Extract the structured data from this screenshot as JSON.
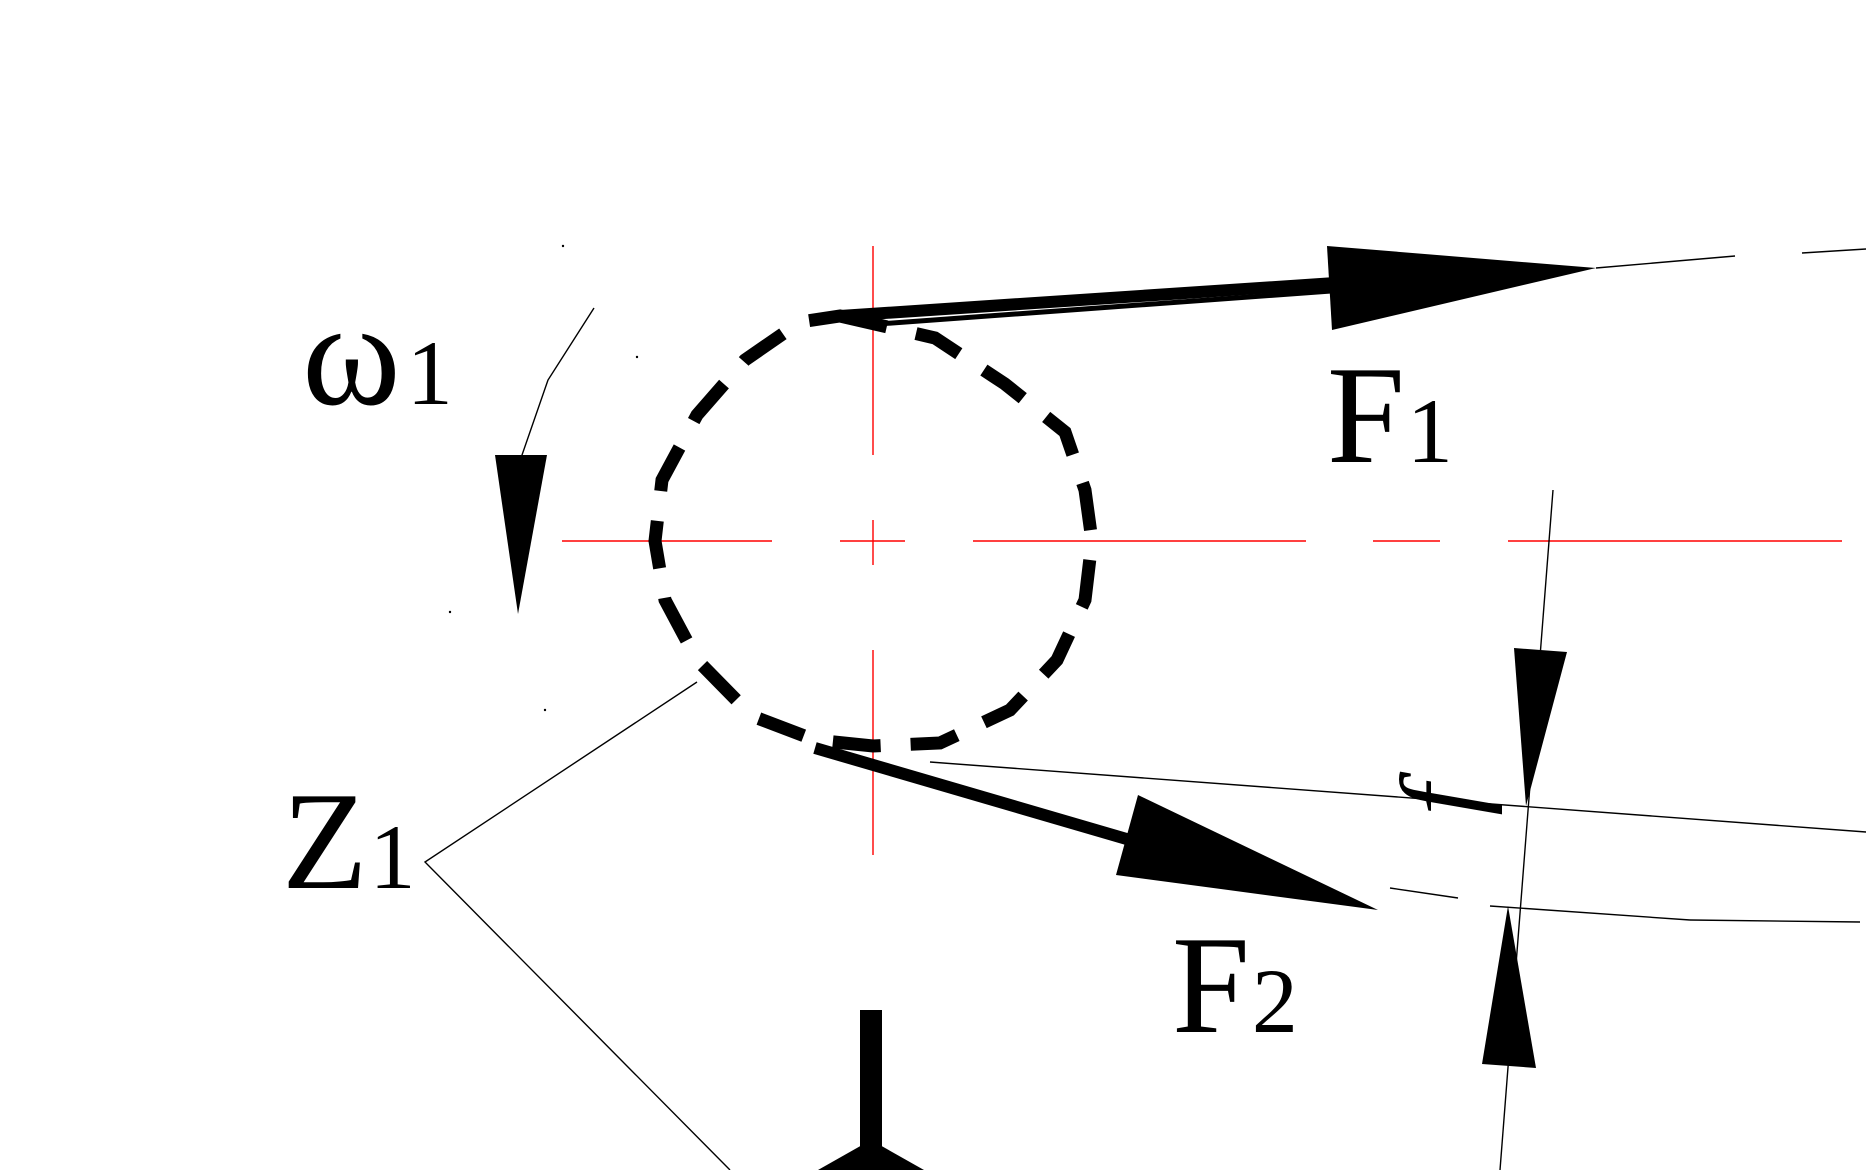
{
  "labels": {
    "omega_base": "ω",
    "omega_sub": "1",
    "z_base": "Z",
    "z_sub": "1",
    "f1_base": "F",
    "f1_sub": "1",
    "f2_base": "F",
    "f2_sub": "2",
    "sag": "f"
  },
  "colors": {
    "ink": "#000000",
    "centerline": "#ff0000",
    "background": "#ffffff"
  }
}
